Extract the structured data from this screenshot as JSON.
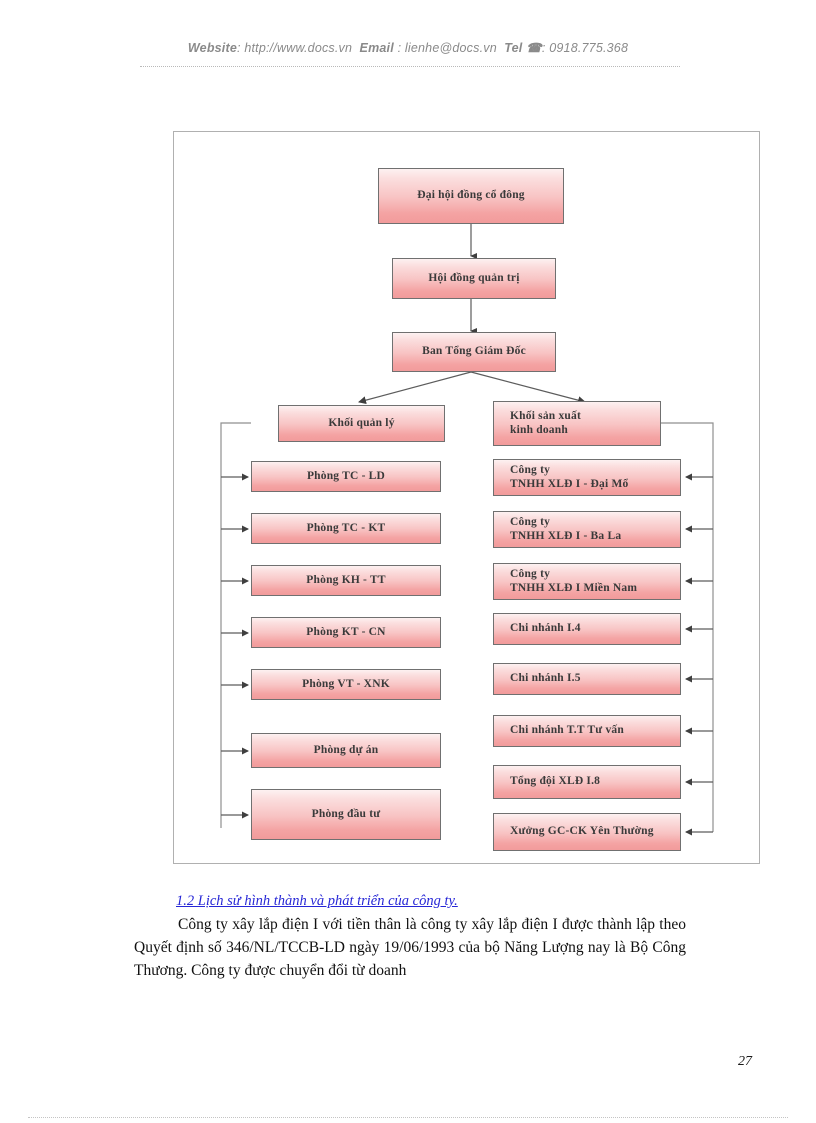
{
  "header": {
    "website_label": "Website",
    "website_value": ": http://www.docs.vn",
    "email_label": "Email",
    "email_value": ": lienhe@docs.vn",
    "tel_label": "Tel",
    "tel_icon": "telephone-icon",
    "tel_glyph": "☎",
    "tel_value": ": 0918.775.368"
  },
  "diagram": {
    "title": "Company organizational chart",
    "top_nodes": [
      {
        "id": "shareholders-meeting",
        "label": "Đại hội đồng cổ đông"
      },
      {
        "id": "board-of-directors",
        "label": "Hội đồng quản trị"
      },
      {
        "id": "general-management",
        "label": "Ban Tổng Giám Đốc"
      }
    ],
    "branch_headers": [
      {
        "id": "management-block",
        "label": "Khối quản lý"
      },
      {
        "id": "production-block",
        "label": "Khối sản xuất\nkinh doanh"
      }
    ],
    "left_column": [
      {
        "id": "phong-tc-ld",
        "label": "Phòng TC - LD"
      },
      {
        "id": "phong-tc-kt",
        "label": "Phòng TC - KT"
      },
      {
        "id": "phong-kh-tt",
        "label": "Phòng KH - TT"
      },
      {
        "id": "phong-kt-cn",
        "label": "Phòng KT - CN"
      },
      {
        "id": "phong-vt-xnk",
        "label": "Phòng VT - XNK"
      },
      {
        "id": "phong-du-an",
        "label": "Phòng dự án"
      },
      {
        "id": "phong-dau-tu",
        "label": "Phòng đầu tư"
      }
    ],
    "right_column": [
      {
        "id": "cty-xld-i-dai-mo",
        "label": "Công ty\nTNHH XLĐ I - Đại Mổ"
      },
      {
        "id": "cty-xld-i-ba-la",
        "label": "Công ty\nTNHH XLĐ I - Ba La"
      },
      {
        "id": "cty-xld-i-mien-nam",
        "label": "Công ty\nTNHH XLĐ I Miền Nam"
      },
      {
        "id": "chi-nhanh-i4",
        "label": "Chi nhánh I.4"
      },
      {
        "id": "chi-nhanh-i5",
        "label": "Chi nhánh I.5"
      },
      {
        "id": "chi-nhanh-tt-tu-van",
        "label": "Chi nhánh T.T Tư vấn"
      },
      {
        "id": "tong-doi-xld-i8",
        "label": "Tổng đội XLĐ I.8"
      },
      {
        "id": "xuong-gc-ck-yen-thuong",
        "label": "Xưởng GC-CK Yên Thường"
      }
    ],
    "colors": {
      "node_fill_top": "#fdf1f1",
      "node_fill_bottom": "#f29b9b",
      "node_border": "#707070",
      "connector": "#5c5c5c",
      "frame_border": "#b0b0b0"
    }
  },
  "content": {
    "heading": "1.2 Lịch sử hình thành và phát triển của công ty.",
    "paragraph": "Công ty xây lắp điện I với tiền thân là công ty xây lắp điện I được thành lập theo Quyết định số 346/NL/TCCB-LD ngày 19/06/1993 của bộ Năng Lượng nay là Bộ Công Thương. Công ty được chuyển đổi từ doanh"
  },
  "footer": {
    "page_number": "27"
  }
}
